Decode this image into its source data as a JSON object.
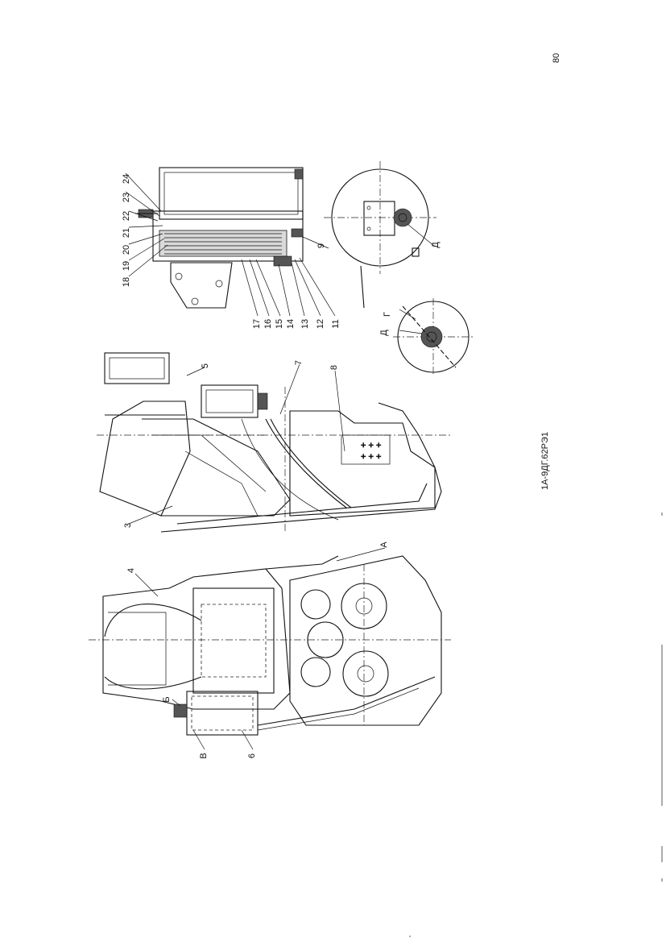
{
  "page": {
    "number": "80",
    "doc_code": "1А-9ДГ.62РЭ1"
  },
  "callouts": {
    "n3": "3",
    "n4": "4",
    "n5": "5",
    "n6": "6",
    "n7": "7",
    "n8": "8",
    "n9": "9",
    "n11": "11",
    "n12": "12",
    "n13": "13",
    "n14": "14",
    "n15": "15",
    "n16": "16",
    "n17": "17",
    "n18": "18",
    "n19": "19",
    "n20": "20",
    "n21": "21",
    "n22": "22",
    "n23": "23",
    "n24": "24",
    "A": "А",
    "B": "Б",
    "V": "В",
    "G": "Г",
    "D1": "Д",
    "D2": "Д"
  }
}
